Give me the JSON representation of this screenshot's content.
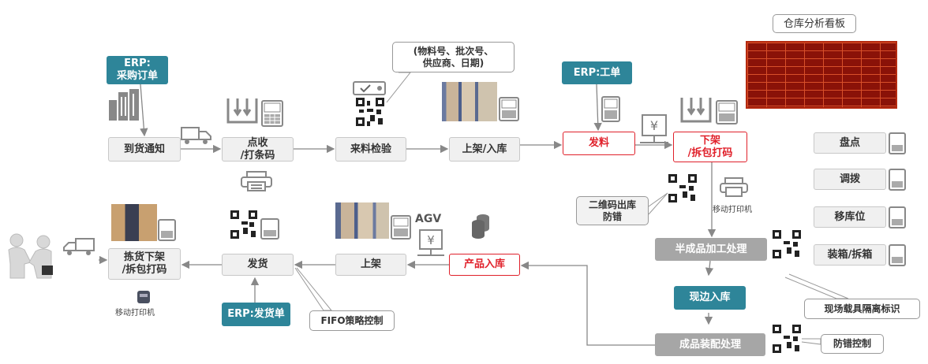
{
  "colors": {
    "teal": "#2e8599",
    "red": "#e0202a",
    "gray_box": "#f0f0f0",
    "dark_box": "#a6a6a6",
    "arrow": "#888888"
  },
  "top_flow": {
    "erp_purchase": "ERP:\n采购订单",
    "arrival": "到货通知",
    "receive": "点收\n/打条码",
    "inspect": "来料检验",
    "shelve_in": "上架/入库",
    "erp_workorder": "ERP:工单",
    "issue": "发料",
    "unshelve": "下架\n/拆包打码",
    "inspect_callout": "(物料号、批次号、\n供应商、日期)",
    "board_callout": "仓库分析看板"
  },
  "right_column": {
    "items": [
      "盘点",
      "调拨",
      "移库位",
      "装箱/拆箱"
    ]
  },
  "middle": {
    "qr_callout": "二维码出库\n防错",
    "mobile_printer": "移动打印机",
    "semi_process": "半成品加工处理",
    "line_side": "现边入库",
    "isolation_callout": "现场载具隔离标识",
    "assembly": "成品装配处理",
    "error_callout": "防错控制"
  },
  "bottom_flow": {
    "product_in": "产品入库",
    "shelve": "上架",
    "agv": "AGV",
    "ship": "发货",
    "pick": "拣货下架\n/拆包打码",
    "erp_ship": "ERP:发货单",
    "fifo_callout": "FIFO策略控制",
    "mobile_printer": "移动打印机"
  },
  "icons": [
    "building-icon",
    "truck-icon",
    "tray-icon",
    "phone-icon",
    "printer-icon",
    "qr-code-icon",
    "scanner-icon",
    "warehouse-photo",
    "yen-monitor-icon",
    "database-icon",
    "handshake-icon",
    "worker-photo",
    "dashboard-board"
  ]
}
